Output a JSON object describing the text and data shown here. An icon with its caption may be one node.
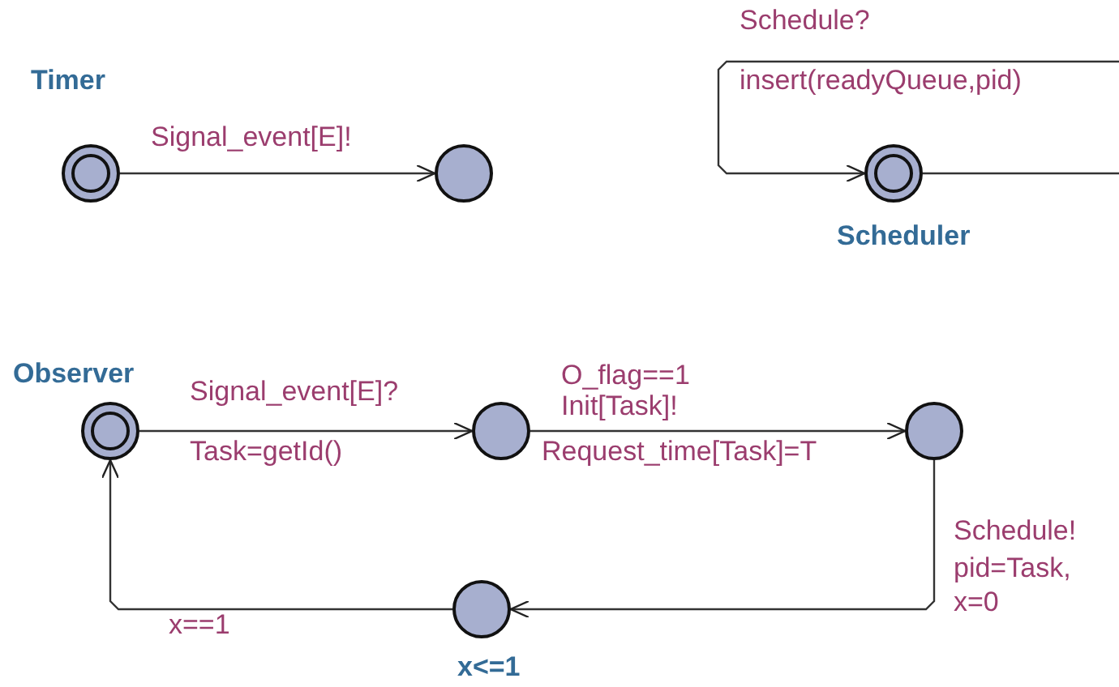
{
  "diagram": {
    "nodes": [
      {
        "text": [],
        "shape": "double-circle",
        "beside": [
          "Timer"
        ]
      },
      {
        "text": [],
        "shape": "circle"
      },
      {
        "text": [],
        "shape": "double-circle",
        "beside": [
          "Scheduler"
        ]
      },
      {
        "text": [],
        "shape": "double-circle",
        "beside": [
          "Observer"
        ]
      },
      {
        "text": [],
        "shape": "circle"
      },
      {
        "text": [],
        "shape": "circle"
      },
      {
        "text": [],
        "shape": "circle",
        "beside": [
          "x<=1"
        ]
      }
    ],
    "edges": [
      {
        "from": 0,
        "to": 1,
        "arrow": "to",
        "label": [
          "Signal_event[E]!"
        ]
      },
      {
        "from": 2,
        "to": 2,
        "arrow": "to",
        "label": [
          "Schedule?",
          "insert(readyQueue,pid)"
        ]
      },
      {
        "from": 3,
        "to": 4,
        "arrow": "to",
        "label": [
          "Signal_event[E]?",
          "Task=getId()"
        ]
      },
      {
        "from": 4,
        "to": 5,
        "arrow": "to",
        "label": [
          "O_flag==1",
          "Init[Task]!",
          "Request_time[Task]=T"
        ]
      },
      {
        "from": 5,
        "to": 6,
        "arrow": "to",
        "label": [
          "Schedule!",
          "pid=Task, x=0"
        ]
      },
      {
        "from": 6,
        "to": 3,
        "arrow": "to",
        "label": [
          "x==1"
        ]
      }
    ]
  }
}
